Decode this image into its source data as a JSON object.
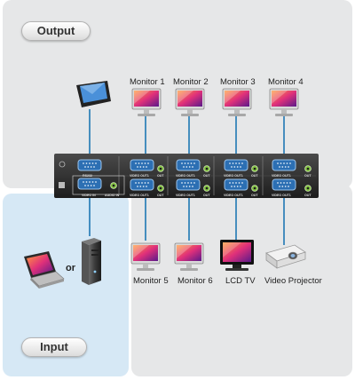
{
  "sections": {
    "output": "Output",
    "input": "Input"
  },
  "monitors_top": [
    "Monitor 1",
    "Monitor 2",
    "Monitor 3",
    "Monitor 4"
  ],
  "displays_bottom": [
    "Monitor 5",
    "Monitor 6",
    "LCD TV",
    "Video Projector"
  ],
  "device": {
    "rs232": "RS232",
    "video_outs": "VIDEO OUT1",
    "video_in": "VIDEO IN",
    "audio_in": "AUDIO IN",
    "out": "OUT",
    "connector_label": "VIDEO OUT1"
  },
  "or_text": "or",
  "colors": {
    "cable": "#1f78b4",
    "output_bg": "#e6e7e8",
    "input_bg": "#d6e8f5",
    "device": "#2b2b2b",
    "port": "#2c6fb3"
  }
}
